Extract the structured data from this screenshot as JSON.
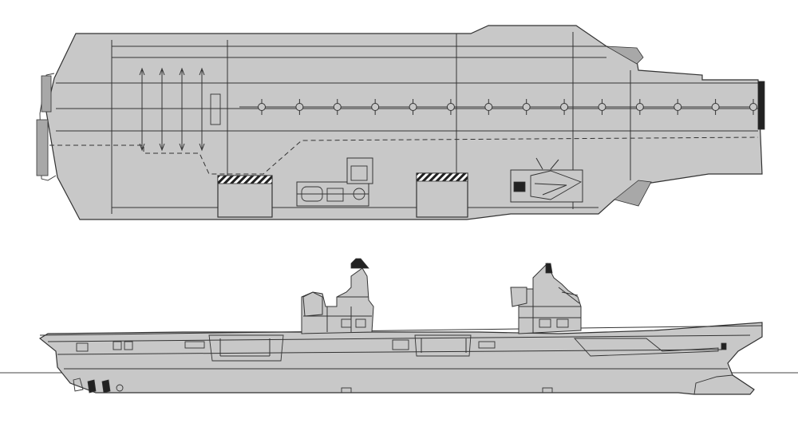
{
  "views": [
    {
      "id": "plan",
      "name": "flight-deck-plan"
    },
    {
      "id": "profile",
      "name": "side-profile"
    }
  ],
  "colors": {
    "hull": "#c8c8c8",
    "line": "#333333",
    "lift_hatch": "#222222",
    "background": "#ffffff",
    "waterline": "#444444"
  },
  "flight_deck": {
    "spot_markers_count": 14,
    "arrows_count": 4,
    "lifts_count": 2,
    "islands_count": 2
  }
}
